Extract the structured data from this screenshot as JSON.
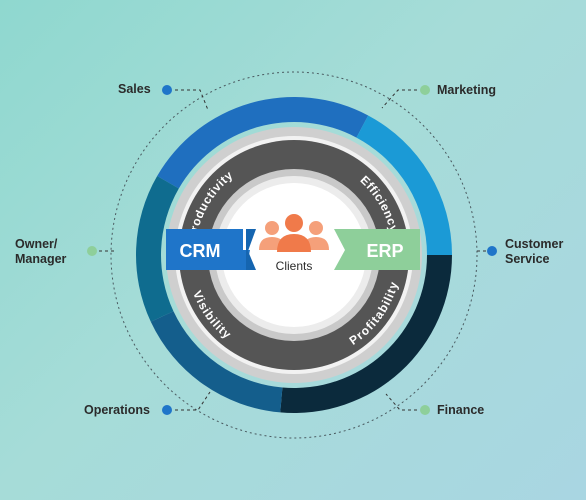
{
  "center": {
    "label": "Clients",
    "icon": "people-group-icon"
  },
  "left_tag": "CRM",
  "right_tag": "ERP",
  "inner_ring": [
    {
      "text": "Productivity"
    },
    {
      "text": "Efficiency"
    },
    {
      "text": "Visibility"
    },
    {
      "text": "Profitability"
    }
  ],
  "stakeholders": [
    {
      "lines": [
        "Sales"
      ],
      "dot_color": "#1f75c9"
    },
    {
      "lines": [
        "Marketing"
      ],
      "dot_color": "#8ecf9a"
    },
    {
      "lines": [
        "Owner/",
        "Manager"
      ],
      "dot_color": "#8ecf9a"
    },
    {
      "lines": [
        "Customer",
        "Service"
      ],
      "dot_color": "#1f75c9"
    },
    {
      "lines": [
        "Operations"
      ],
      "dot_color": "#1f75c9"
    },
    {
      "lines": [
        "Finance"
      ],
      "dot_color": "#8ecf9a"
    }
  ],
  "colors": {
    "arc_mid_blue": "#1f6fbf",
    "arc_light_blue": "#1b9ad6",
    "arc_dark_navy": "#0b2a3c",
    "arc_teal": "#0f6c8f",
    "arc_deep_blue": "#145e8c",
    "crm": "#1f75c9",
    "erp": "#8ecf9a",
    "inner_ring": "#555555",
    "clients_icon": "#f07a4a"
  }
}
